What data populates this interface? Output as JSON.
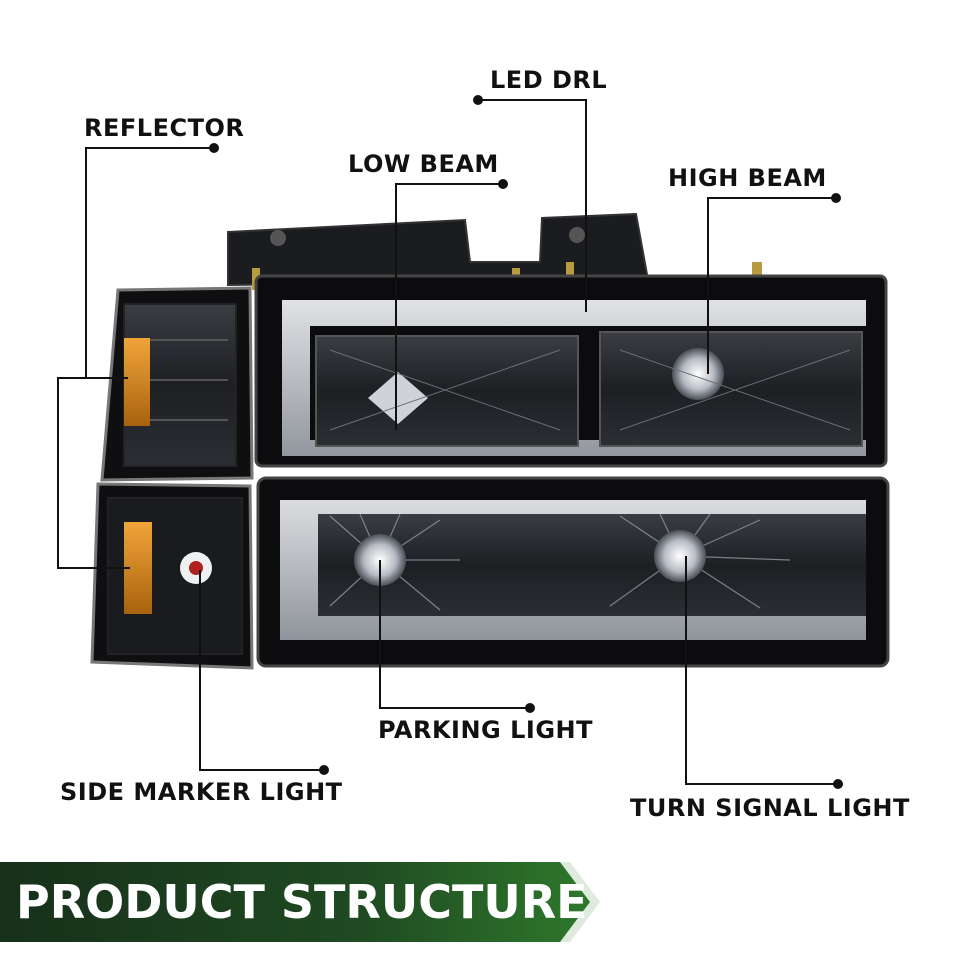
{
  "labels": {
    "led_drl": "LED DRL",
    "reflector": "REFLECTOR",
    "low_beam": "LOW BEAM",
    "high_beam": "HIGH BEAM",
    "parking_light": "PARKING LIGHT",
    "side_marker_light": "SIDE MARKER LIGHT",
    "turn_signal_light": "TURN SIGNAL LIGHT"
  },
  "banner": {
    "title": "PRODUCT STRUCTURE",
    "color_dark": "#1f3a1c",
    "color_accent": "#2e8b2e"
  },
  "colors": {
    "housing": "#0d0d0f",
    "lens_smoke": "#2a2c30",
    "chrome": "#c9ccd1",
    "amber": "#d98a1c",
    "drl_white": "#e8eaee",
    "leader": "#111111"
  }
}
